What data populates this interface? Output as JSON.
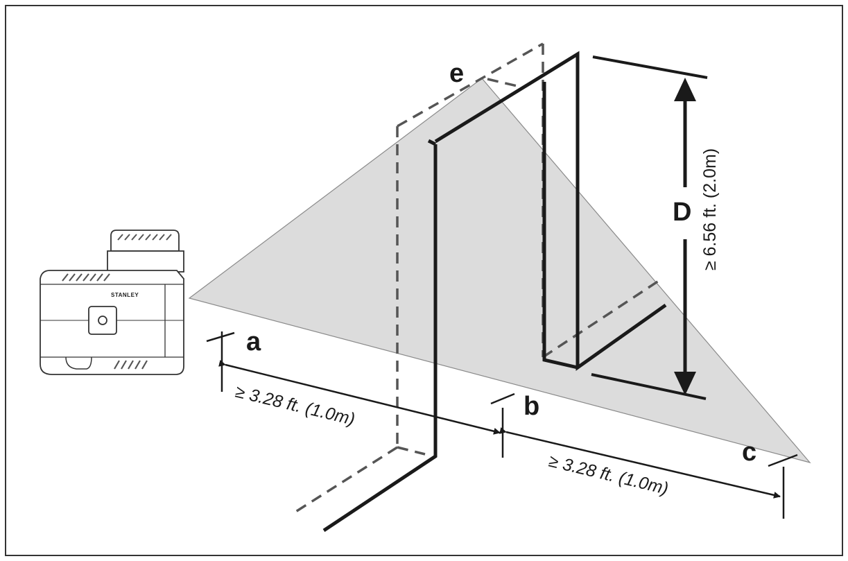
{
  "labels": {
    "a": "a",
    "b": "b",
    "c": "c",
    "d": "D",
    "e": "e"
  },
  "dimensions": {
    "ab": "≥ 3.28 ft. (1.0m)",
    "bc": "≥ 3.28 ft. (1.0m)",
    "height": "≥ 6.56 ft. (2.0m)"
  },
  "device": {
    "brand": "STANLEY",
    "icon": "laser-level-icon"
  },
  "colors": {
    "beam": "#dcdcdc",
    "line": "#1a1a1a",
    "dashed": "#555555"
  }
}
